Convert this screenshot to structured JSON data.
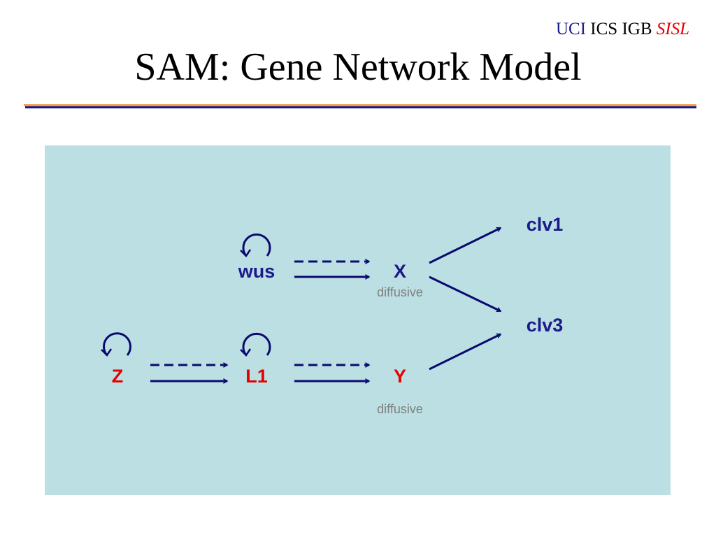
{
  "header": {
    "org_uci": "UCI",
    "org_ics": "ICS",
    "org_igb": "IGB",
    "org_sisl": "SISL"
  },
  "title": "SAM: Gene Network Model",
  "diagram": {
    "nodes": {
      "wus": "wus",
      "x": "X",
      "clv1": "clv1",
      "clv3": "clv3",
      "z": "Z",
      "l1": "L1",
      "y": "Y"
    },
    "notes": {
      "x_diffusive": "diffusive",
      "y_diffusive": "diffusive"
    },
    "colors": {
      "panel": "#bbdfe2",
      "node_default": "#1a1a8c",
      "node_highlight": "#e60000",
      "arrow": "#0a0a6e",
      "note": "#808080"
    }
  }
}
